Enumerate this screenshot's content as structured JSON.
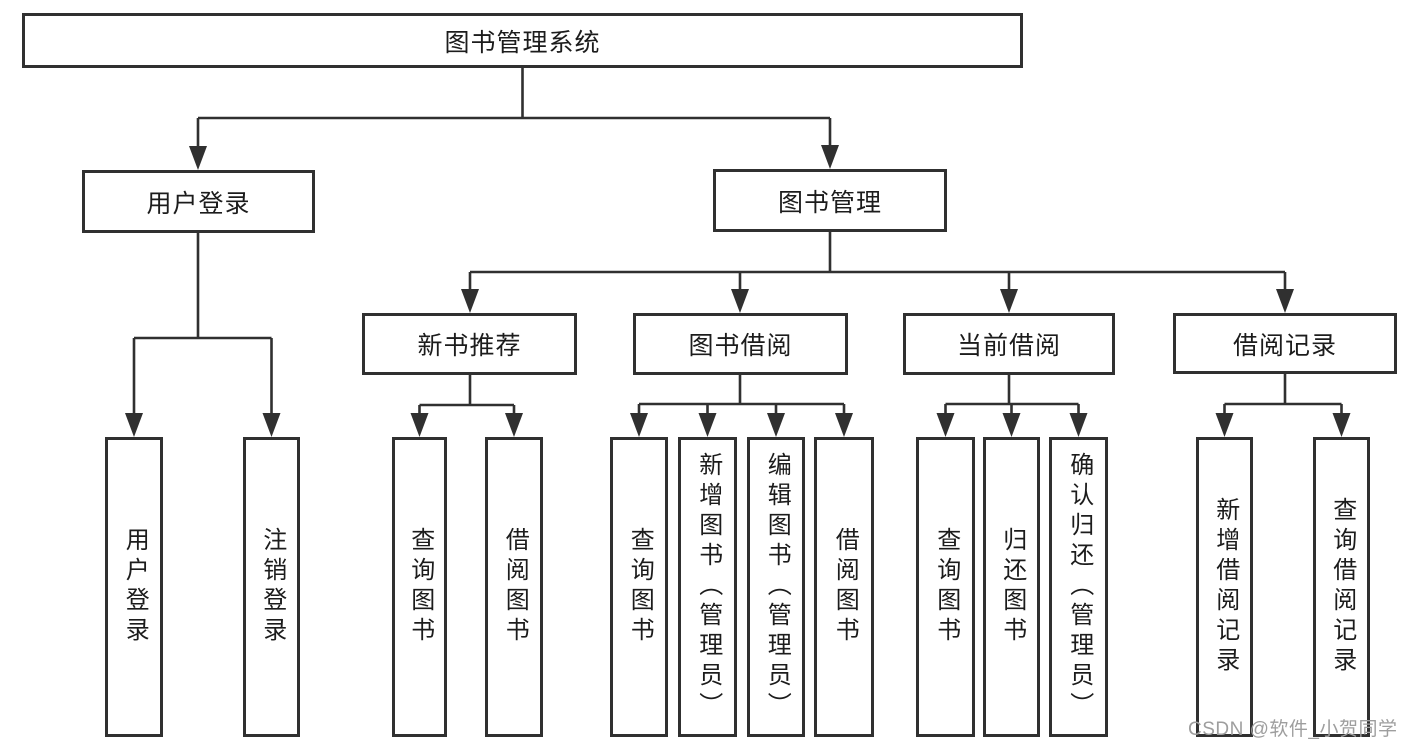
{
  "nodes": {
    "root": {
      "label": "图书管理系统"
    },
    "branches": [
      {
        "label": "用户登录",
        "children": [
          {
            "label": "用户登录"
          },
          {
            "label": "注销登录"
          }
        ]
      },
      {
        "label": "图书管理",
        "children": [
          {
            "label": "新书推荐",
            "children": [
              {
                "label": "查询图书"
              },
              {
                "label": "借阅图书"
              }
            ]
          },
          {
            "label": "图书借阅",
            "children": [
              {
                "label": "查询图书"
              },
              {
                "label": "新增图书（管理员）"
              },
              {
                "label": "编辑图书（管理员）"
              },
              {
                "label": "借阅图书"
              }
            ]
          },
          {
            "label": "当前借阅",
            "children": [
              {
                "label": "查询图书"
              },
              {
                "label": "归还图书"
              },
              {
                "label": "确认归还（管理员）"
              }
            ]
          },
          {
            "label": "借阅记录",
            "children": [
              {
                "label": "新增借阅记录"
              },
              {
                "label": "查询借阅记录"
              }
            ]
          }
        ]
      }
    ]
  },
  "watermark": "CSDN @软件_小贺同学",
  "colors": {
    "line": "#303030",
    "text": "#1c1c1c",
    "watermark": "#9e9e9e",
    "background": "#ffffff"
  }
}
